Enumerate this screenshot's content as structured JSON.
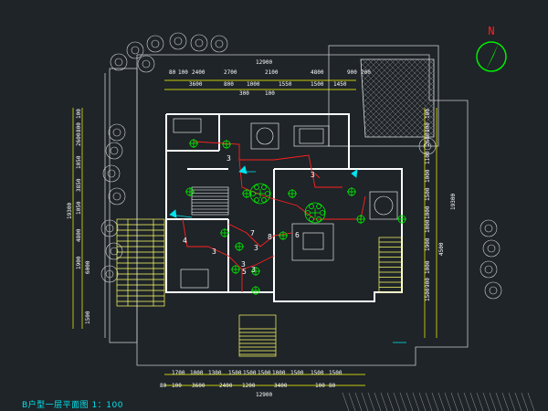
{
  "title": "B户型一层平面图 1：100",
  "north_label": "N",
  "dims_top": {
    "total": "12900",
    "row1": [
      "80",
      "100",
      "2400",
      "2700",
      "2100",
      "4800",
      "900",
      "200"
    ],
    "row2": [
      "3600",
      "800",
      "1000",
      "1550",
      "1500",
      "1450"
    ],
    "row3": [
      "300",
      "100"
    ]
  },
  "dims_bottom": {
    "row1": [
      "1700",
      "1000",
      "1300",
      "1500",
      "1500",
      "1500",
      "1000",
      "1500",
      "1500",
      "1500"
    ],
    "row2": [
      "80",
      "100",
      "3600",
      "2400",
      "1200",
      "3400",
      "100",
      "80"
    ],
    "total": "12900"
  },
  "dims_left": [
    "100",
    "800",
    "2600",
    "1050",
    "3850",
    "1050",
    "4800",
    "1900",
    "19300",
    "6000",
    "1500"
  ],
  "dims_right": [
    "100",
    "800",
    "2600",
    "1100",
    "1000",
    "1500",
    "1000",
    "1000",
    "1900",
    "4500",
    "1000",
    "900",
    "1500",
    "19300"
  ],
  "room_tags": [
    "3",
    "3",
    "4",
    "3",
    "3",
    "7",
    "8",
    "6",
    "5",
    "3",
    "3"
  ],
  "colors": {
    "background": "#1e2428",
    "walls": "#ffffff",
    "dimension": "#ffff00",
    "fixture_red": "#ff2020",
    "fixture_green": "#00ee00",
    "accent_cyan": "#00e5ee",
    "stair_yellow": "#ffff66"
  },
  "icons": [
    "north-arrow-icon",
    "tree-symbol-icon",
    "lamp-fixture-icon"
  ]
}
